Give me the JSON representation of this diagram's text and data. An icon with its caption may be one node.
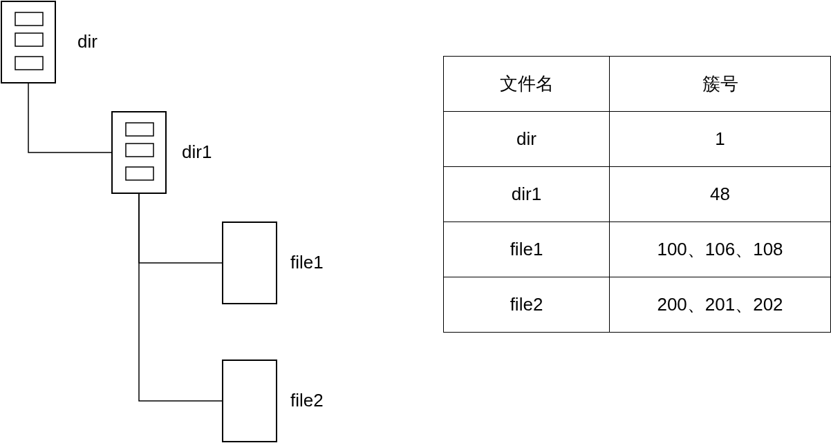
{
  "diagram": {
    "nodes": [
      {
        "text": [],
        "shape": "box",
        "beside": [
          "dir"
        ]
      },
      {
        "text": [],
        "shape": "box",
        "beside": [
          "dir1"
        ]
      },
      {
        "text": [],
        "shape": "box",
        "beside": [
          "file1"
        ]
      },
      {
        "text": [],
        "shape": "box",
        "beside": [
          "file2"
        ]
      }
    ],
    "edges": [
      {
        "from": 0,
        "to": 1,
        "arrow": "none"
      },
      {
        "from": 1,
        "to": 2,
        "arrow": "none"
      },
      {
        "from": 1,
        "to": 3,
        "arrow": "none"
      }
    ],
    "labels": [
      "文件名",
      "簇号",
      "dir",
      "1",
      "dir1",
      "48",
      "file1",
      "100、106、108",
      "file2",
      "200、201、202"
    ]
  }
}
